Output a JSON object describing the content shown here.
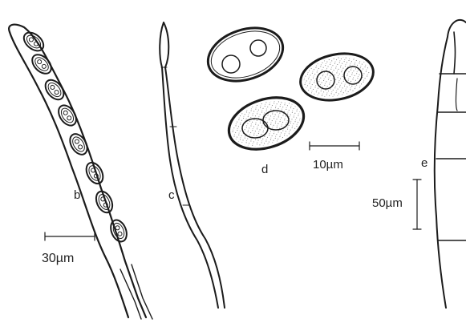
{
  "panels": {
    "b": {
      "letter": "b",
      "scale_label": "30µm"
    },
    "c": {
      "letter": "c"
    },
    "d": {
      "letter": "d",
      "scale_label": "10µm"
    },
    "e": {
      "letter": "e",
      "scale_label": "50µm"
    }
  },
  "colors": {
    "ink": "#1b1b1b",
    "paper": "#ffffff"
  }
}
